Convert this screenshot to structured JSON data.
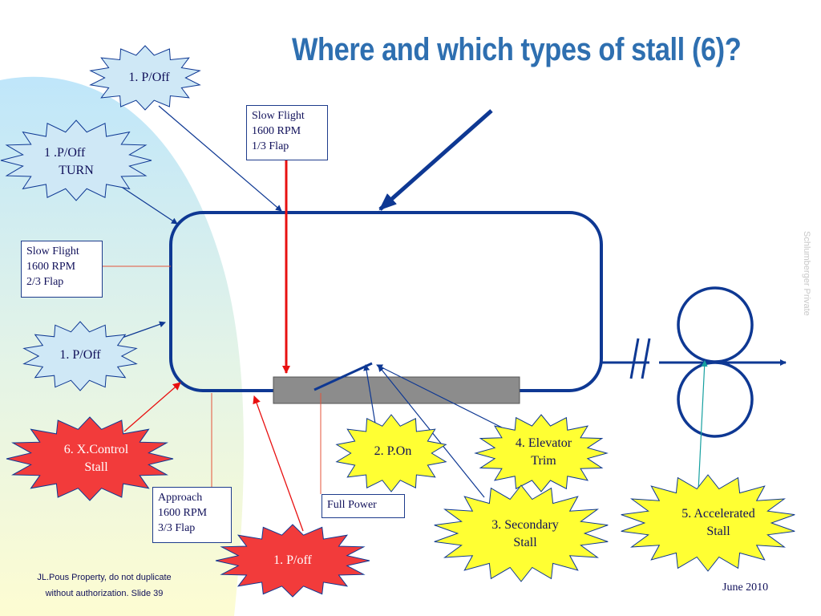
{
  "title": "Where and which types of stall (6)?",
  "colors": {
    "title": "#2E6FB0",
    "circuit_line": "#0E3893",
    "blue_burst": "#CFE8F6",
    "yellow_burst": "#FFFF33",
    "red_burst": "#F23B3B",
    "runway": "#8C8C8C",
    "red_arrow": "#E81010"
  },
  "boxes": {
    "slow_flight_1_3": [
      "Slow Flight",
      "1600 RPM",
      "1/3 Flap"
    ],
    "slow_flight_2_3": [
      "Slow Flight",
      "1600 RPM",
      "2/3 Flap"
    ],
    "approach": [
      "Approach",
      "1600 RPM",
      "3/3 Flap"
    ],
    "full_power": [
      "Full Power"
    ]
  },
  "bursts": {
    "poff_top": [
      "1. P/Off"
    ],
    "poff_turn": [
      "1 .P/Off",
      "TURN"
    ],
    "poff_left": [
      "1. P/Off"
    ],
    "xcontrol": [
      "6. X.Control",
      "Stall"
    ],
    "poff_red": [
      "1. P/off"
    ],
    "pon": [
      "2. P.On"
    ],
    "elevator_trim": [
      "4. Elevator",
      "Trim"
    ],
    "secondary": [
      "3. Secondary",
      "Stall"
    ],
    "accelerated": [
      "5. Accelerated",
      "Stall"
    ]
  },
  "footer": {
    "line1": "JL.Pous Property, do not duplicate",
    "line2": "without authorization.  Slide 39"
  },
  "date": "June 2010",
  "watermark": "Schlumberger Private"
}
